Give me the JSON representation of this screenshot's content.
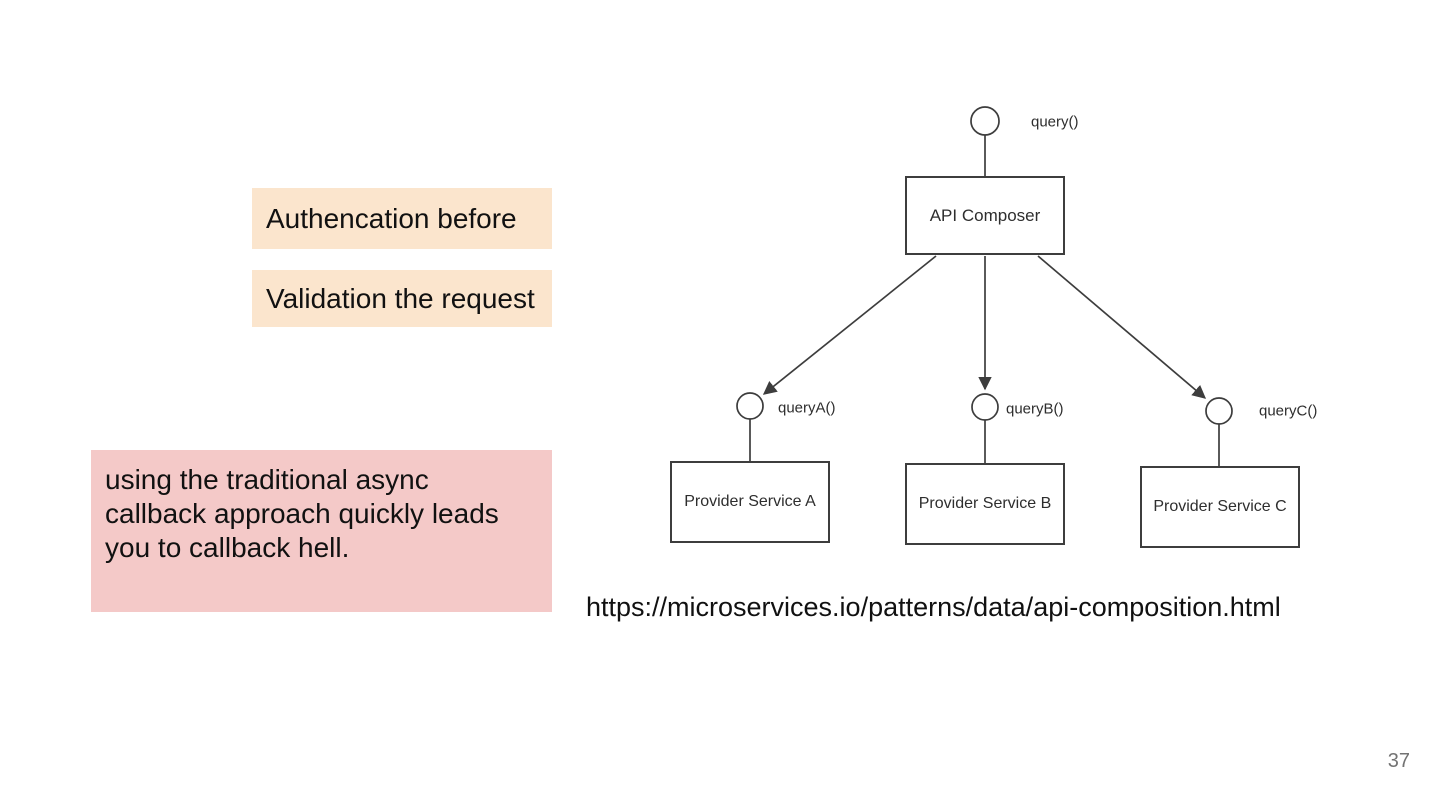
{
  "slide": {
    "page_number": "37",
    "source_url": "https://microservices.io/patterns/data/api-composition.html"
  },
  "notes": {
    "authentication": "Authencation before",
    "validation": "Validation the request",
    "callback": "using the traditional async callback approach quickly leads you to callback hell."
  },
  "diagram": {
    "root_query_label": "query()",
    "composer_label": "API Composer",
    "providers": [
      {
        "query_label": "queryA()",
        "service_label": "Provider Service A"
      },
      {
        "query_label": "queryB()",
        "service_label": "Provider Service B"
      },
      {
        "query_label": "queryC()",
        "service_label": "Provider Service C"
      }
    ]
  },
  "colors": {
    "note_peach_bg": "#fbe5cd",
    "note_pink_bg": "#f4c9c8",
    "diagram_stroke": "#3d3d3d",
    "diagram_text": "#2e2e2e",
    "page_number_gray": "#737373",
    "body_text": "#111111"
  }
}
